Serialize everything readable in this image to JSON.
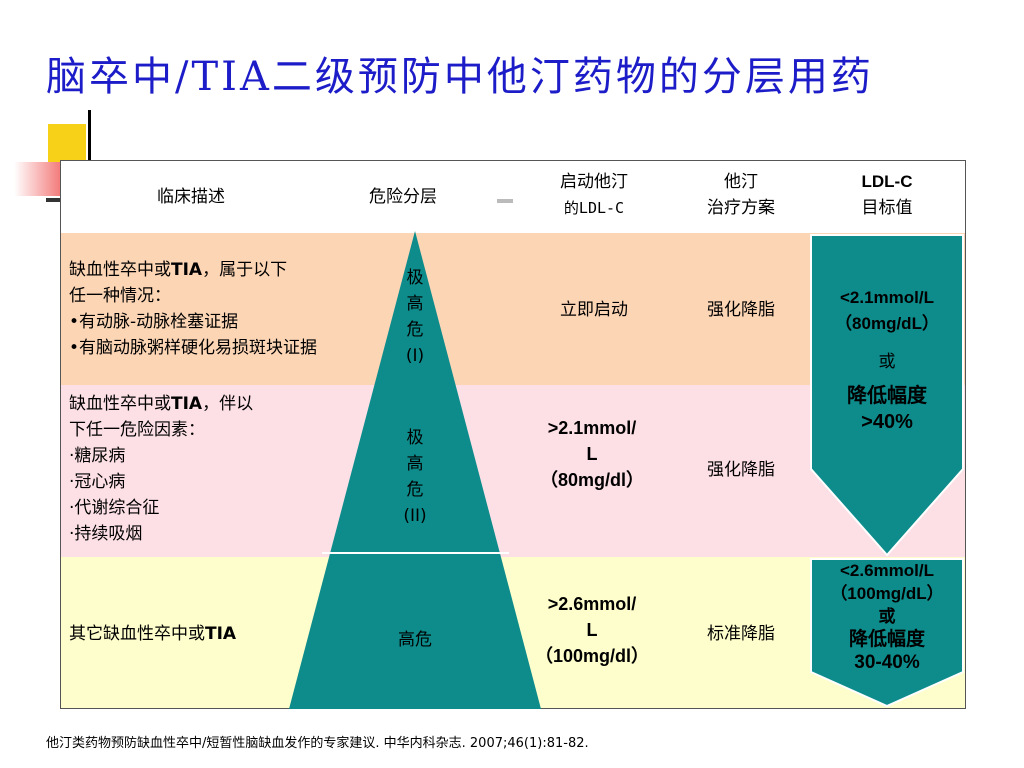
{
  "title": "脑卒中/TIA二级预防中他汀药物的分层用药",
  "colors": {
    "title": "#1c1cc8",
    "teal": "#0e8c8c",
    "row1": "#fcd5b5",
    "row2": "#fde0e6",
    "row3": "#fefecc"
  },
  "header": {
    "clinical": "临床描述",
    "risk": "危险分层",
    "start_line1": "启动他汀",
    "start_line2": "的LDL-C",
    "plan_line1": "他汀",
    "plan_line2": "治疗方案",
    "target_line1": "LDL-C",
    "target_line2": "目标值"
  },
  "rows": [
    {
      "desc_line1_a": "缺血性卒中或",
      "desc_line1_b": "TIA",
      "desc_line1_c": "，属于以下",
      "desc_line2": "任一种情况：",
      "bullets": [
        "有动脉-动脉栓塞证据",
        "有脑动脉粥样硬化易损斑块证据"
      ],
      "risk": [
        "极",
        "高",
        "危",
        "(I)"
      ],
      "start": "立即启动",
      "plan": "强化降脂"
    },
    {
      "desc_line1_a": "缺血性卒中或",
      "desc_line1_b": "TIA",
      "desc_line1_c": "，伴以",
      "desc_line2": "下任一危险因素：",
      "bullets": [
        "糖尿病",
        "冠心病",
        "代谢综合征",
        "持续吸烟"
      ],
      "risk": [
        "极",
        "高",
        "危",
        "(II)"
      ],
      "start_line1": ">2.1mmol/",
      "start_line2": "L",
      "start_line3": "（80mg/dl）",
      "plan": "强化降脂"
    },
    {
      "desc_a": "其它缺血性卒中或",
      "desc_b": "TIA",
      "risk": "高危",
      "start_line1": ">2.6mmol/",
      "start_line2": "L",
      "start_line3": "（100mg/dl）",
      "plan": "标准降脂"
    }
  ],
  "target_upper": {
    "line1": "<2.1mmol/L",
    "line2": "（80mg/dL）",
    "or": "或",
    "line3": "降低幅度",
    "line4": ">40%"
  },
  "target_lower": {
    "line1": "<2.6mmol/L",
    "line2": "（100mg/dL）",
    "or": "或",
    "line3": "降低幅度",
    "line4": "30-40%"
  },
  "footnote": "他汀类药物预防缺血性卒中/短暂性脑缺血发作的专家建议. 中华内科杂志. 2007;46(1):81-82."
}
